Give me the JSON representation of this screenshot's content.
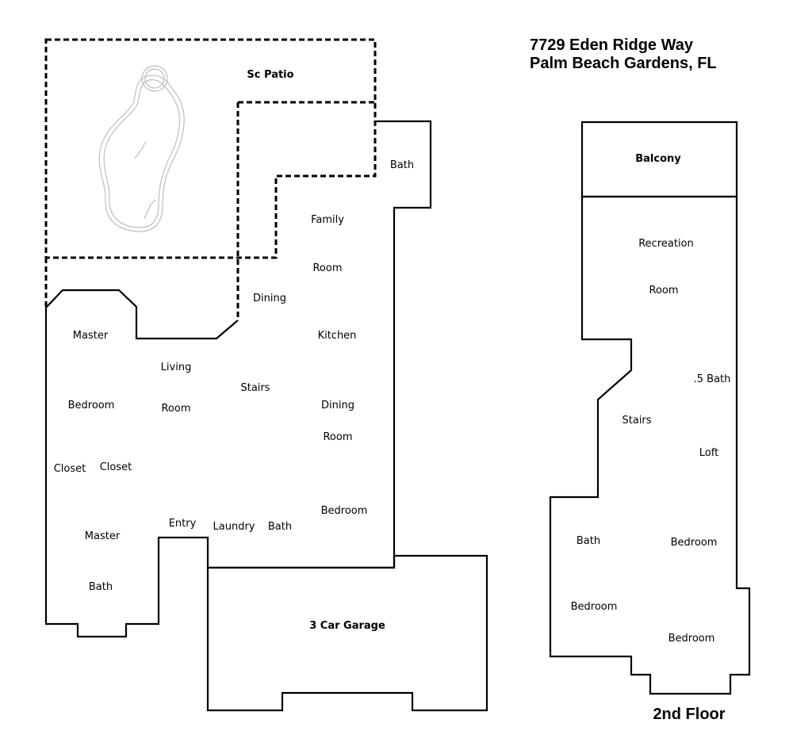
{
  "header": {
    "address_line1": "7729 Eden Ridge Way",
    "address_line2": "Palm Beach Gardens, FL"
  },
  "first_floor": {
    "labels": {
      "sc_patio": "Sc Patio",
      "bath_top": "Bath",
      "family": "Family",
      "family_room": "Room",
      "dining_top": "Dining",
      "kitchen": "Kitchen",
      "master": "Master",
      "master_bedroom": "Bedroom",
      "living": "Living",
      "living_room": "Room",
      "stairs": "Stairs",
      "dining": "Dining",
      "dining_room": "Room",
      "closet_1": "Closet",
      "closet_2": "Closet",
      "bedroom": "Bedroom",
      "entry": "Entry",
      "laundry": "Laundry",
      "bath": "Bath",
      "master_bath_1": "Master",
      "master_bath_2": "Bath",
      "garage": "3 Car Garage"
    }
  },
  "second_floor": {
    "title": "2nd Floor",
    "labels": {
      "balcony": "Balcony",
      "recreation": "Recreation",
      "recreation_room": "Room",
      "half_bath": ".5 Bath",
      "stairs": "Stairs",
      "loft": "Loft",
      "bath": "Bath",
      "bedroom_1": "Bedroom",
      "bedroom_2": "Bedroom",
      "bedroom_3": "Bedroom"
    }
  }
}
